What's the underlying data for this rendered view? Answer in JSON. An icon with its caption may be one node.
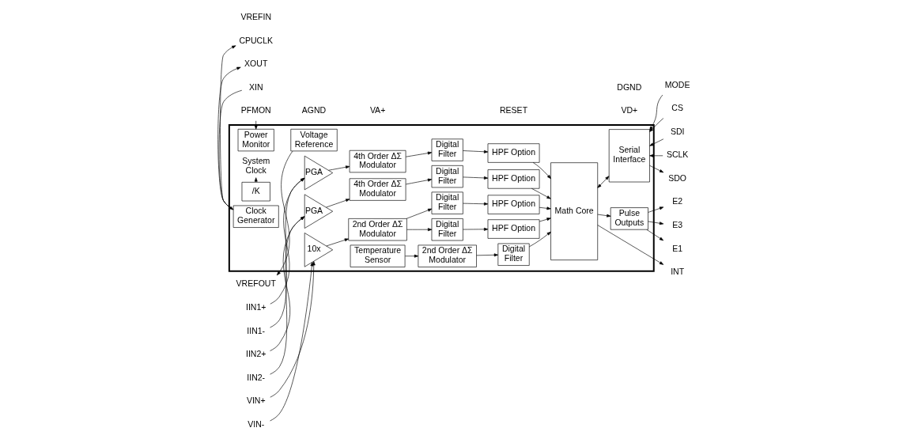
{
  "diagram": {
    "nodes": [
      {
        "text": [],
        "shape": "box"
      },
      {
        "text": [
          "IIN1+"
        ]
      },
      {
        "text": [
          "IIN1-"
        ]
      },
      {
        "text": [
          "IIN2+"
        ]
      },
      {
        "text": [
          "IIN2-"
        ]
      },
      {
        "text": [
          "VIN+"
        ]
      },
      {
        "text": [
          "VIN-"
        ]
      },
      {
        "text": [
          "VREFOUT"
        ]
      },
      {
        "text": [
          "PGA"
        ],
        "in": 0
      },
      {
        "text": [
          "PGA"
        ],
        "in": 0
      },
      {
        "text": [
          "10x"
        ],
        "in": 0
      },
      {
        "text": [
          "4th Order ΔΣ Modulator"
        ],
        "in": 0
      },
      {
        "text": [
          "4th Order ΔΣ Modulator"
        ],
        "in": 0
      },
      {
        "text": [
          "2nd Order ΔΣ Modulator"
        ],
        "in": 0
      },
      {
        "text": [
          "Temperature Sensor"
        ],
        "in": 0
      },
      {
        "text": [
          "2nd Order ΔΣ Modulator"
        ],
        "in": 0
      },
      {
        "text": [
          "Digital Filter"
        ],
        "in": 0
      },
      {
        "text": [
          "HPF Option"
        ],
        "in": 0
      },
      {
        "text": [
          "Digital Filter"
        ],
        "in": 0
      },
      {
        "text": [
          "HPF Option"
        ],
        "in": 0
      },
      {
        "text": [
          "Digital Filter"
        ],
        "in": 0
      },
      {
        "text": [
          "HPF Option"
        ],
        "in": 0
      },
      {
        "text": [
          "Digital Filter"
        ],
        "in": 0
      },
      {
        "text": [
          "HPF Option"
        ],
        "in": 0
      },
      {
        "text": [
          "Digital Filter"
        ],
        "in": 0
      },
      {
        "text": [
          "Math Core"
        ],
        "in": 0
      },
      {
        "text": [
          "Serial Interface"
        ],
        "in": 0
      },
      {
        "text": [
          "Pulse Outputs"
        ],
        "in": 0
      },
      {
        "text": [
          "Voltage Reference"
        ],
        "in": 0
      },
      {
        "text": [
          "Power Monitor"
        ],
        "in": 0
      },
      {
        "text": [
          "/K"
        ],
        "in": 0
      },
      {
        "text": [
          "Clock Generator"
        ],
        "in": 0
      },
      {
        "text": [
          "System Clock"
        ],
        "in": 0
      },
      {
        "text": [
          "MODE"
        ]
      },
      {
        "text": [
          "CS"
        ]
      },
      {
        "text": [
          "SDI"
        ]
      },
      {
        "text": [
          "SDO"
        ]
      },
      {
        "text": [
          "SCLK"
        ]
      },
      {
        "text": [
          "INT"
        ]
      },
      {
        "text": [
          "E1"
        ]
      },
      {
        "text": [
          "E2"
        ]
      },
      {
        "text": [
          "E3"
        ]
      },
      {
        "text": [
          "PFMON"
        ]
      },
      {
        "text": [
          "XIN"
        ]
      },
      {
        "text": [
          "XOUT"
        ]
      },
      {
        "text": [
          "CPUCLK"
        ]
      }
    ],
    "edges": [
      {
        "from": 1,
        "to": 8,
        "arrow": "to"
      },
      {
        "from": 2,
        "to": 8,
        "arrow": "to"
      },
      {
        "from": 3,
        "to": 9,
        "arrow": "to"
      },
      {
        "from": 4,
        "to": 9,
        "arrow": "to"
      },
      {
        "from": 5,
        "to": 10,
        "arrow": "to"
      },
      {
        "from": 6,
        "to": 10,
        "arrow": "to"
      },
      {
        "from": 8,
        "to": 11,
        "arrow": "to"
      },
      {
        "from": 9,
        "to": 12,
        "arrow": "to"
      },
      {
        "from": 10,
        "to": 13,
        "arrow": "to"
      },
      {
        "from": 11,
        "to": 16,
        "arrow": "to"
      },
      {
        "from": 16,
        "to": 17,
        "arrow": "to"
      },
      {
        "from": 17,
        "to": 25,
        "arrow": "to"
      },
      {
        "from": 12,
        "to": 18,
        "arrow": "to"
      },
      {
        "from": 18,
        "to": 19,
        "arrow": "to"
      },
      {
        "from": 19,
        "to": 25,
        "arrow": "to"
      },
      {
        "from": 13,
        "to": 20,
        "arrow": "to"
      },
      {
        "from": 13,
        "to": 22,
        "arrow": "to"
      },
      {
        "from": 20,
        "to": 21,
        "arrow": "to"
      },
      {
        "from": 22,
        "to": 23,
        "arrow": "to"
      },
      {
        "from": 21,
        "to": 25,
        "arrow": "to"
      },
      {
        "from": 23,
        "to": 25,
        "arrow": "to"
      },
      {
        "from": 14,
        "to": 15,
        "arrow": "to"
      },
      {
        "from": 15,
        "to": 24,
        "arrow": "to"
      },
      {
        "from": 24,
        "to": 25,
        "arrow": "to"
      },
      {
        "from": 25,
        "to": 26,
        "arrow": "both"
      },
      {
        "from": 33,
        "to": 26,
        "arrow": "to"
      },
      {
        "from": 34,
        "to": 26,
        "arrow": "to"
      },
      {
        "from": 35,
        "to": 26,
        "arrow": "to"
      },
      {
        "from": 26,
        "to": 36,
        "arrow": "to"
      },
      {
        "from": 37,
        "to": 26,
        "arrow": "to"
      },
      {
        "from": 25,
        "to": 38,
        "arrow": "to"
      },
      {
        "from": 25,
        "to": 27,
        "arrow": "to"
      },
      {
        "from": 27,
        "to": 39,
        "arrow": "to"
      },
      {
        "from": 27,
        "to": 40,
        "arrow": "to"
      },
      {
        "from": 27,
        "to": 41,
        "arrow": "to"
      },
      {
        "from": 28,
        "to": 7,
        "arrow": "to"
      },
      {
        "from": 42,
        "to": 29,
        "arrow": "to"
      },
      {
        "from": 43,
        "to": 31,
        "arrow": "to"
      },
      {
        "from": 31,
        "to": 44,
        "arrow": "to"
      },
      {
        "from": 31,
        "to": 45,
        "arrow": "to"
      },
      {
        "from": 30,
        "to": 32,
        "arrow": "to"
      }
    ],
    "labels": [
      "VA+",
      "RESET",
      "VD+",
      "VREFIN",
      "AGND",
      "DGND"
    ]
  }
}
